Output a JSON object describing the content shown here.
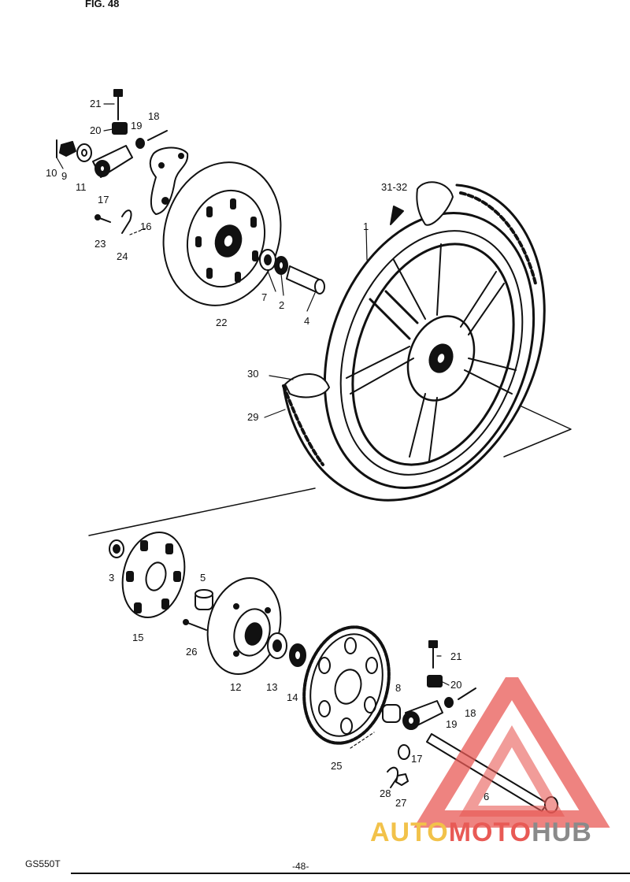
{
  "figure_label": "FIG. 48",
  "model_code": "GS550T",
  "page_number": "-48-",
  "watermark": {
    "part1": "AUTO",
    "part2": "MOTO",
    "part3": "HUB",
    "colors": {
      "part1": "#f2c24a",
      "part2": "#e85a55",
      "part3": "#8a8a8a"
    }
  },
  "callouts": {
    "c21a": "21",
    "c20a": "20",
    "c19a": "19",
    "c18a": "18",
    "c10": "10",
    "c9": "9",
    "c11": "11",
    "c17a": "17",
    "c16": "16",
    "c23": "23",
    "c24": "24",
    "c22": "22",
    "c7": "7",
    "c2": "2",
    "c4": "4",
    "c1": "1",
    "c3132": "31-32",
    "c30": "30",
    "c29": "29",
    "c3": "3",
    "c15": "15",
    "c5": "5",
    "c26": "26",
    "c12": "12",
    "c13": "13",
    "c14": "14",
    "c25": "25",
    "c8": "8",
    "c17b": "17",
    "c28": "28",
    "c27": "27",
    "c21b": "21",
    "c20b": "20",
    "c19b": "19",
    "c18b": "18",
    "c6": "6"
  }
}
